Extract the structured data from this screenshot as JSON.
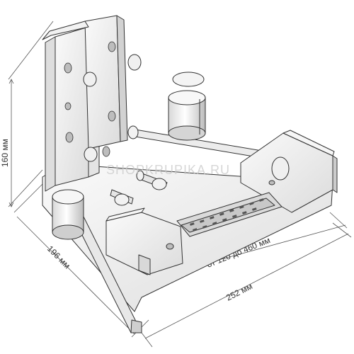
{
  "diagram": {
    "dimensions": {
      "height_label": "160 мм",
      "width_label": "196 мм",
      "length_label": "252 мм",
      "range_label": "от 120 до 460 мм"
    },
    "watermark": "SHOPKRUPIKA.RU",
    "colors": {
      "line": "#333333",
      "metal_light": "#f4f4f4",
      "metal_mid": "#e2e2e2",
      "metal_dark": "#c8c8c8",
      "hole": "#bdbdbd"
    }
  }
}
